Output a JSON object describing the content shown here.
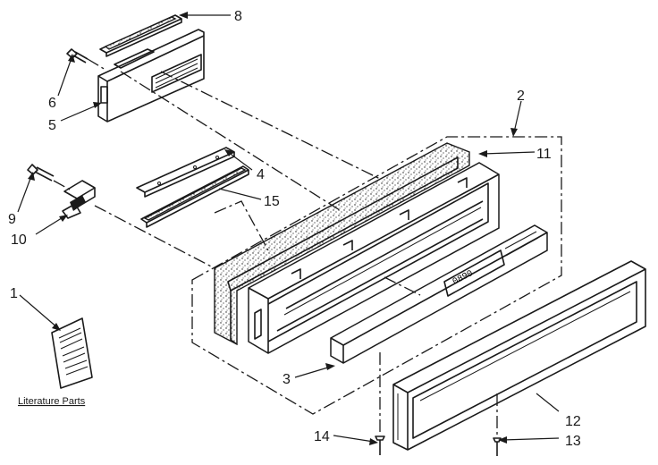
{
  "callouts": {
    "c1": "1",
    "c2": "2",
    "c3": "3",
    "c4": "4",
    "c5": "5",
    "c6": "6",
    "c8": "8",
    "c9": "9",
    "c10": "10",
    "c11": "11",
    "c12": "12",
    "c13": "13",
    "c14": "14",
    "c15": "15"
  },
  "literature_label": "Literature Parts",
  "display_digits": "0890"
}
